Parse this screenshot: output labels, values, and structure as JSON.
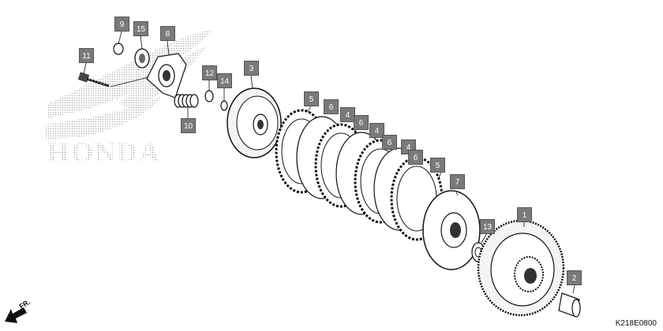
{
  "diagram": {
    "drawing_code": "K218E0800",
    "direction_label": "FR.",
    "brand_watermark": "HONDA",
    "colors": {
      "callout_bg": "#7a7a7a",
      "line": "#111111",
      "gear_fill": "#f4f4f4",
      "dark_part": "#333333"
    },
    "callouts": [
      {
        "id": "c9",
        "label": "9"
      },
      {
        "id": "c15",
        "label": "15"
      },
      {
        "id": "c8",
        "label": "8"
      },
      {
        "id": "c11",
        "label": "11"
      },
      {
        "id": "c12",
        "label": "12"
      },
      {
        "id": "c14",
        "label": "14"
      },
      {
        "id": "c10",
        "label": "10"
      },
      {
        "id": "c3",
        "label": "3"
      },
      {
        "id": "c5a",
        "label": "5"
      },
      {
        "id": "c6a",
        "label": "6"
      },
      {
        "id": "c4a",
        "label": "4"
      },
      {
        "id": "c6b",
        "label": "6"
      },
      {
        "id": "c4b",
        "label": "4"
      },
      {
        "id": "c6c",
        "label": "6"
      },
      {
        "id": "c4c",
        "label": "4"
      },
      {
        "id": "c6d",
        "label": "6"
      },
      {
        "id": "c5b",
        "label": "5"
      },
      {
        "id": "c7",
        "label": "7"
      },
      {
        "id": "c13",
        "label": "13"
      },
      {
        "id": "c1",
        "label": "1"
      },
      {
        "id": "c2",
        "label": "2"
      }
    ]
  }
}
